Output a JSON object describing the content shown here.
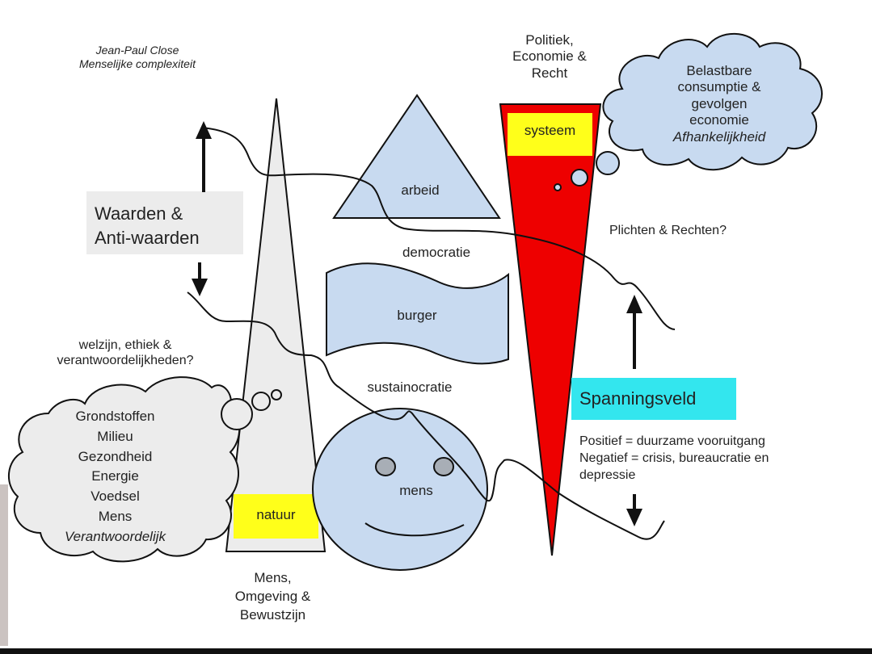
{
  "author": {
    "name": "Jean-Paul Close",
    "subtitle": "Menselijke complexiteit"
  },
  "values_box": {
    "line1": "Waarden &",
    "line2": "Anti-waarden",
    "background": "#ececec"
  },
  "top_label": {
    "line1": "Politiek,",
    "line2": "Economie &",
    "line3": "Recht"
  },
  "system": {
    "label": "systeem",
    "color": "#ee0000",
    "highlight": "#ffff1a"
  },
  "right_cloud": {
    "lines": [
      "Belastbare",
      "consumptie &",
      "gevolgen",
      "economie"
    ],
    "italic_line": "Afhankelijkheid",
    "fill": "#c8daf0"
  },
  "duties_label": "Plichten & Rechten?",
  "shapes": {
    "triangle_label": "arbeid",
    "between_label": "democratie",
    "flag_label": "burger",
    "below_flag_label": "sustainocratie",
    "face_label": "mens",
    "fill": "#c8daf0"
  },
  "nature": {
    "label": "natuur",
    "spike_fill": "#ececec",
    "highlight": "#ffff1a"
  },
  "welfare_label": {
    "line1": "welzijn, ethiek &",
    "line2": "verantwoordelijkheden?"
  },
  "left_cloud": {
    "lines": [
      "Grondstoffen",
      "Milieu",
      "Gezondheid",
      "Energie",
      "Voedsel",
      "Mens"
    ],
    "italic_line": "Verantwoordelijk",
    "fill": "#ececec"
  },
  "bottom_label": {
    "line1": "Mens,",
    "line2": "Omgeving &",
    "line3": "Bewustzijn"
  },
  "tension": {
    "label": "Spanningsveld",
    "color": "#33e6ee",
    "positive": "Positief = duurzame vooruitgang",
    "negative": "Negatief = crisis, bureaucratie en",
    "negative_cont": "depressie"
  }
}
